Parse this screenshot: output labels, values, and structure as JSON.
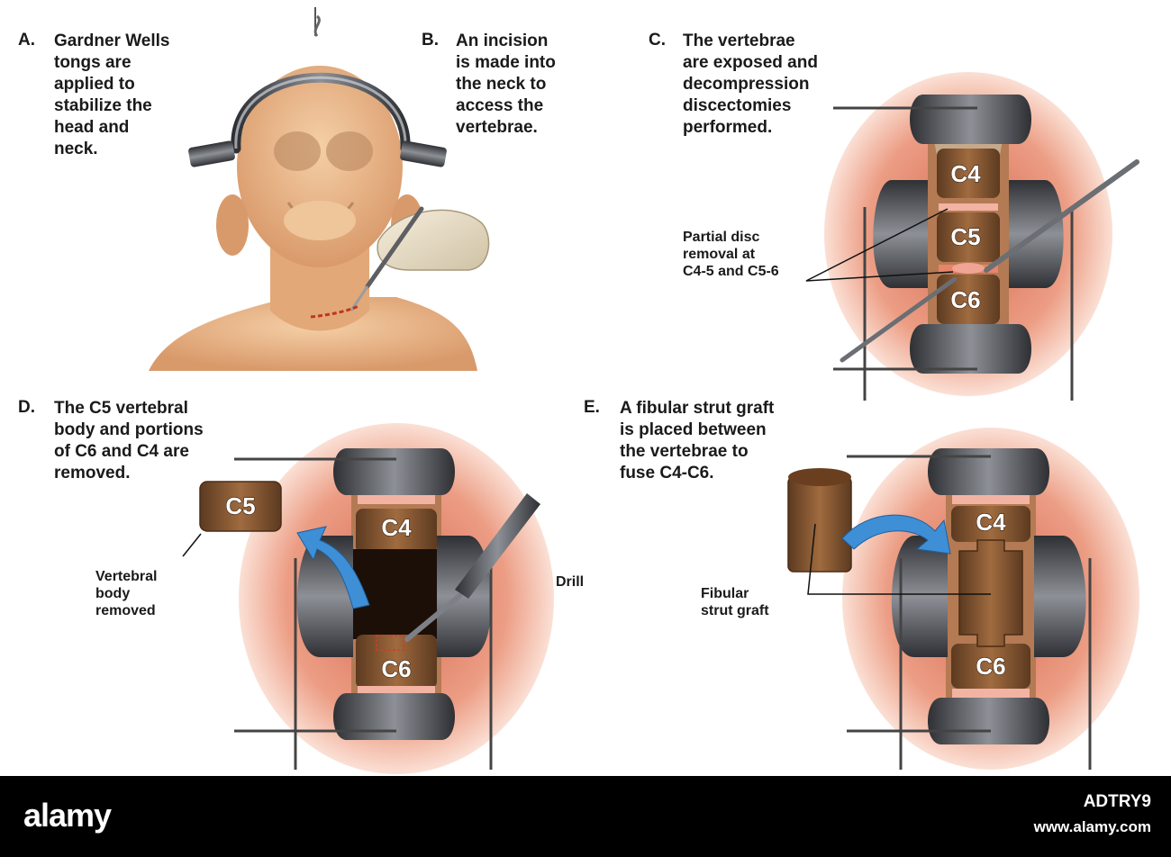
{
  "panels": {
    "a": {
      "letter": "A.",
      "caption": [
        "Gardner Wells",
        "tongs are",
        "applied to",
        "stabilize the",
        "head and",
        "neck."
      ]
    },
    "b": {
      "letter": "B.",
      "caption": [
        "An incision",
        "is made into",
        "the neck to",
        "access the",
        "vertebrae."
      ]
    },
    "c": {
      "letter": "C.",
      "caption": [
        "The vertebrae",
        "are exposed and",
        "decompression",
        "discectomies",
        "performed."
      ],
      "label": [
        "Partial disc",
        "removal at",
        "C4-5 and C5-6"
      ]
    },
    "d": {
      "letter": "D.",
      "caption": [
        "The C5 vertebral",
        "body and portions",
        "of C6 and C4 are",
        "removed."
      ],
      "removed_label": [
        "Vertebral",
        "body",
        "removed"
      ],
      "drill_label": "Drill"
    },
    "e": {
      "letter": "E.",
      "caption": [
        "A fibular strut graft",
        "is placed between",
        "the vertebrae to",
        "fuse C4-C6."
      ],
      "graft_label": [
        "Fibular",
        "strut graft"
      ]
    }
  },
  "vertebrae": {
    "c4": "C4",
    "c5": "C5",
    "c6": "C6"
  },
  "footer": {
    "logo": "alamy",
    "code": "ADTRY9",
    "site": "www.alamy.com"
  },
  "colors": {
    "skin": "#e8b48a",
    "tissue": "#e79d83",
    "bone": "#8a5a34",
    "retractor": "#4a4c50",
    "arrow": "#3f8fd6",
    "bar": "#000000"
  }
}
